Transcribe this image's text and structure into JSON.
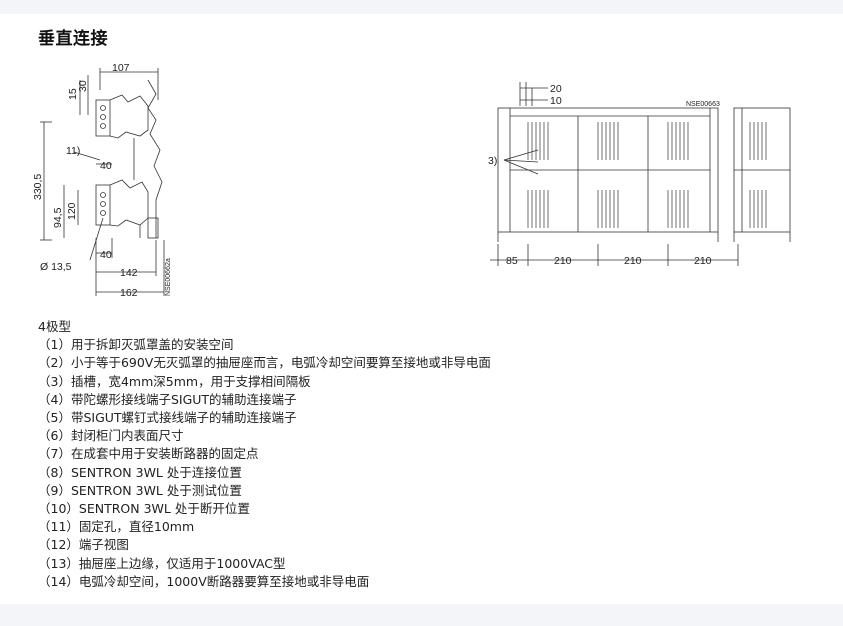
{
  "page_title": "垂直连接",
  "left_figure": {
    "code": "NSE00662a",
    "dims": {
      "top_width": "107",
      "d15": "15",
      "d30": "30",
      "callout11": "11)",
      "d40_top": "40",
      "height_total": "330,5",
      "d120": "120",
      "d94_5": "94,5",
      "d40_bottom": "40",
      "hole": "Ø 13,5",
      "d142": "142",
      "d162": "162"
    }
  },
  "right_figure": {
    "code": "NSE00663",
    "dims": {
      "d20": "20",
      "d10": "10",
      "callout3": "3)",
      "d85": "85",
      "d210_1": "210",
      "d210_2": "210",
      "d210_3": "210"
    }
  },
  "legend": {
    "heading": "4极型",
    "items": [
      "（1）用于拆卸灭弧罩盖的安装空间",
      "（2）小于等于690V无灭弧罩的抽屉座而言，电弧冷却空间要算至接地或非导电面",
      "（3）插槽，宽4mm深5mm，用于支撑相间隔板",
      "（4）带陀螺形接线端子SIGUT的辅助连接端子",
      "（5）带SIGUT螺钉式接线端子的辅助连接端子",
      "（6）封闭柜门内表面尺寸",
      "（7）在成套中用于安装断路器的固定点",
      "（8）SENTRON 3WL 处于连接位置",
      "（9）SENTRON 3WL 处于测试位置",
      "（10）SENTRON 3WL 处于断开位置",
      "（11）固定孔，直径10mm",
      "（12）端子视图",
      "（13）抽屉座上边缘，仅适用于1000VAC型",
      "（14）电弧冷却空间，1000V断路器要算至接地或非导电面"
    ]
  }
}
